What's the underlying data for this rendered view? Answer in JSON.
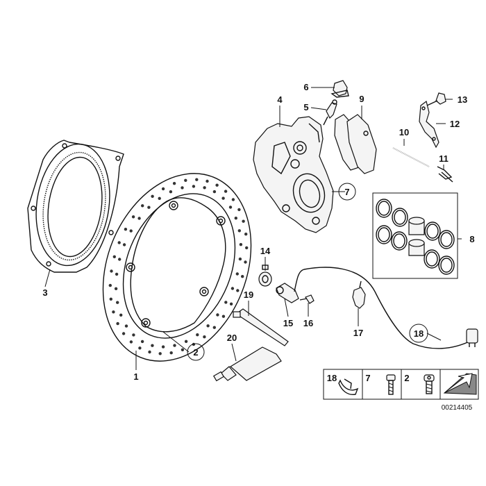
{
  "diagram": {
    "reference_number": "00214405",
    "callouts": [
      {
        "id": "c1",
        "text": "1"
      },
      {
        "id": "c2",
        "text": "2",
        "circled": true
      },
      {
        "id": "c3",
        "text": "3"
      },
      {
        "id": "c4",
        "text": "4"
      },
      {
        "id": "c5",
        "text": "5"
      },
      {
        "id": "c6",
        "text": "6"
      },
      {
        "id": "c7",
        "text": "7",
        "circled": true
      },
      {
        "id": "c8",
        "text": "8"
      },
      {
        "id": "c9",
        "text": "9"
      },
      {
        "id": "c10",
        "text": "10"
      },
      {
        "id": "c11",
        "text": "11"
      },
      {
        "id": "c12",
        "text": "12"
      },
      {
        "id": "c13",
        "text": "13"
      },
      {
        "id": "c14",
        "text": "14"
      },
      {
        "id": "c15",
        "text": "15"
      },
      {
        "id": "c16",
        "text": "16"
      },
      {
        "id": "c17",
        "text": "17"
      },
      {
        "id": "c18",
        "text": "18",
        "circled": true
      },
      {
        "id": "c19",
        "text": "19"
      },
      {
        "id": "c20",
        "text": "20"
      }
    ],
    "legend": [
      {
        "text": "18"
      },
      {
        "text": "7"
      },
      {
        "text": "2"
      }
    ]
  }
}
